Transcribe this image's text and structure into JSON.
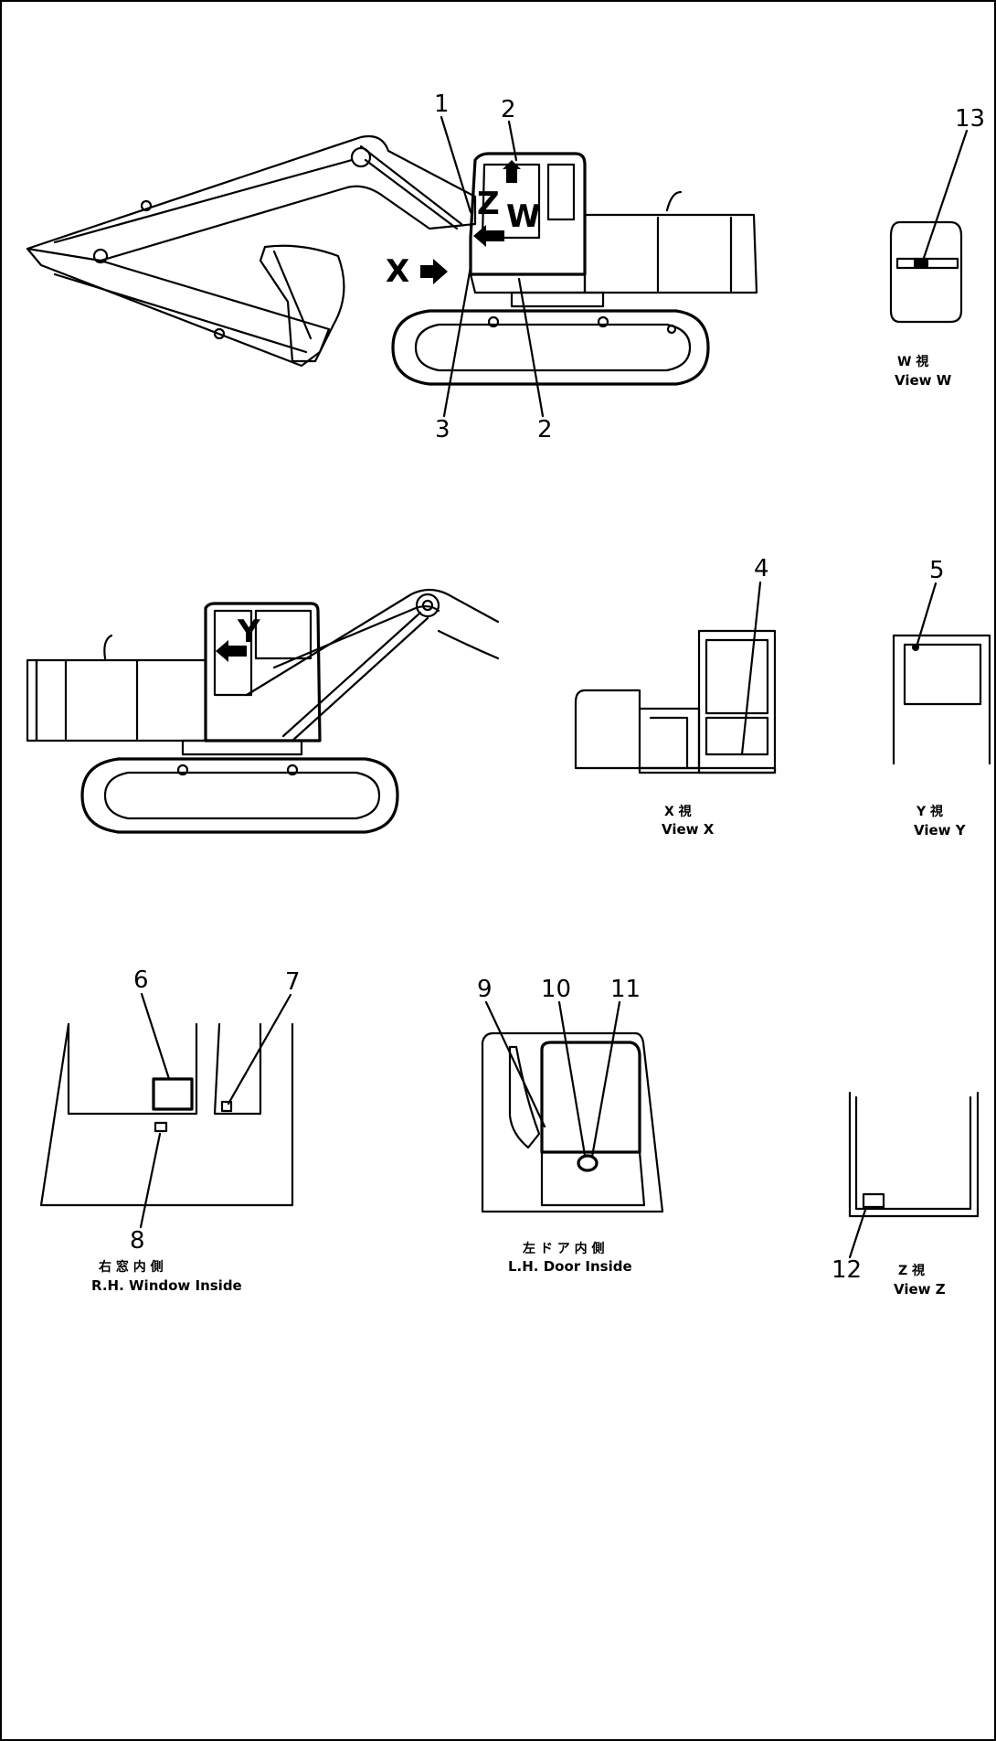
{
  "callouts": {
    "c1": "1",
    "c2a": "2",
    "c2b": "2",
    "c3": "3",
    "c4": "4",
    "c5": "5",
    "c6": "6",
    "c7": "7",
    "c8": "8",
    "c9": "9",
    "c10": "10",
    "c11": "11",
    "c12": "12",
    "c13": "13"
  },
  "view_markers": {
    "z": "Z",
    "w": "W",
    "x": "X",
    "y": "Y"
  },
  "captions": {
    "view_w_jp": "W 視",
    "view_w": "View W",
    "view_x_jp": "X 視",
    "view_x": "View X",
    "view_y_jp": "Y 視",
    "view_y": "View Y",
    "view_z_jp": "Z 視",
    "view_z": "View Z",
    "rh_window_jp": "右 窓 内 側",
    "rh_window": "R.H. Window Inside",
    "lh_door_jp": "左 ド ア 内 側",
    "lh_door": "L.H. Door Inside"
  }
}
